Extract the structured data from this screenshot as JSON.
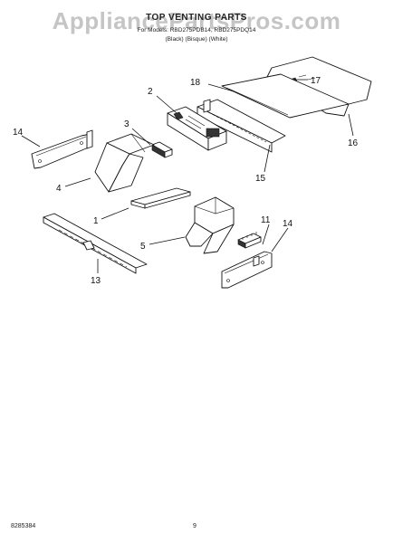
{
  "watermark": "AppliancePartsPros.com",
  "header": {
    "title": "TOP VENTING PARTS",
    "models": "For Models: RBD275PDB14, RBD275PDQ14",
    "colors": "(Black)  (Bisque)  (White)"
  },
  "callouts": [
    "1",
    "2",
    "3",
    "4",
    "5",
    "11",
    "13",
    "14",
    "14",
    "15",
    "16",
    "17",
    "18"
  ],
  "footer": {
    "doc_number": "8285384",
    "page_number": "9"
  }
}
